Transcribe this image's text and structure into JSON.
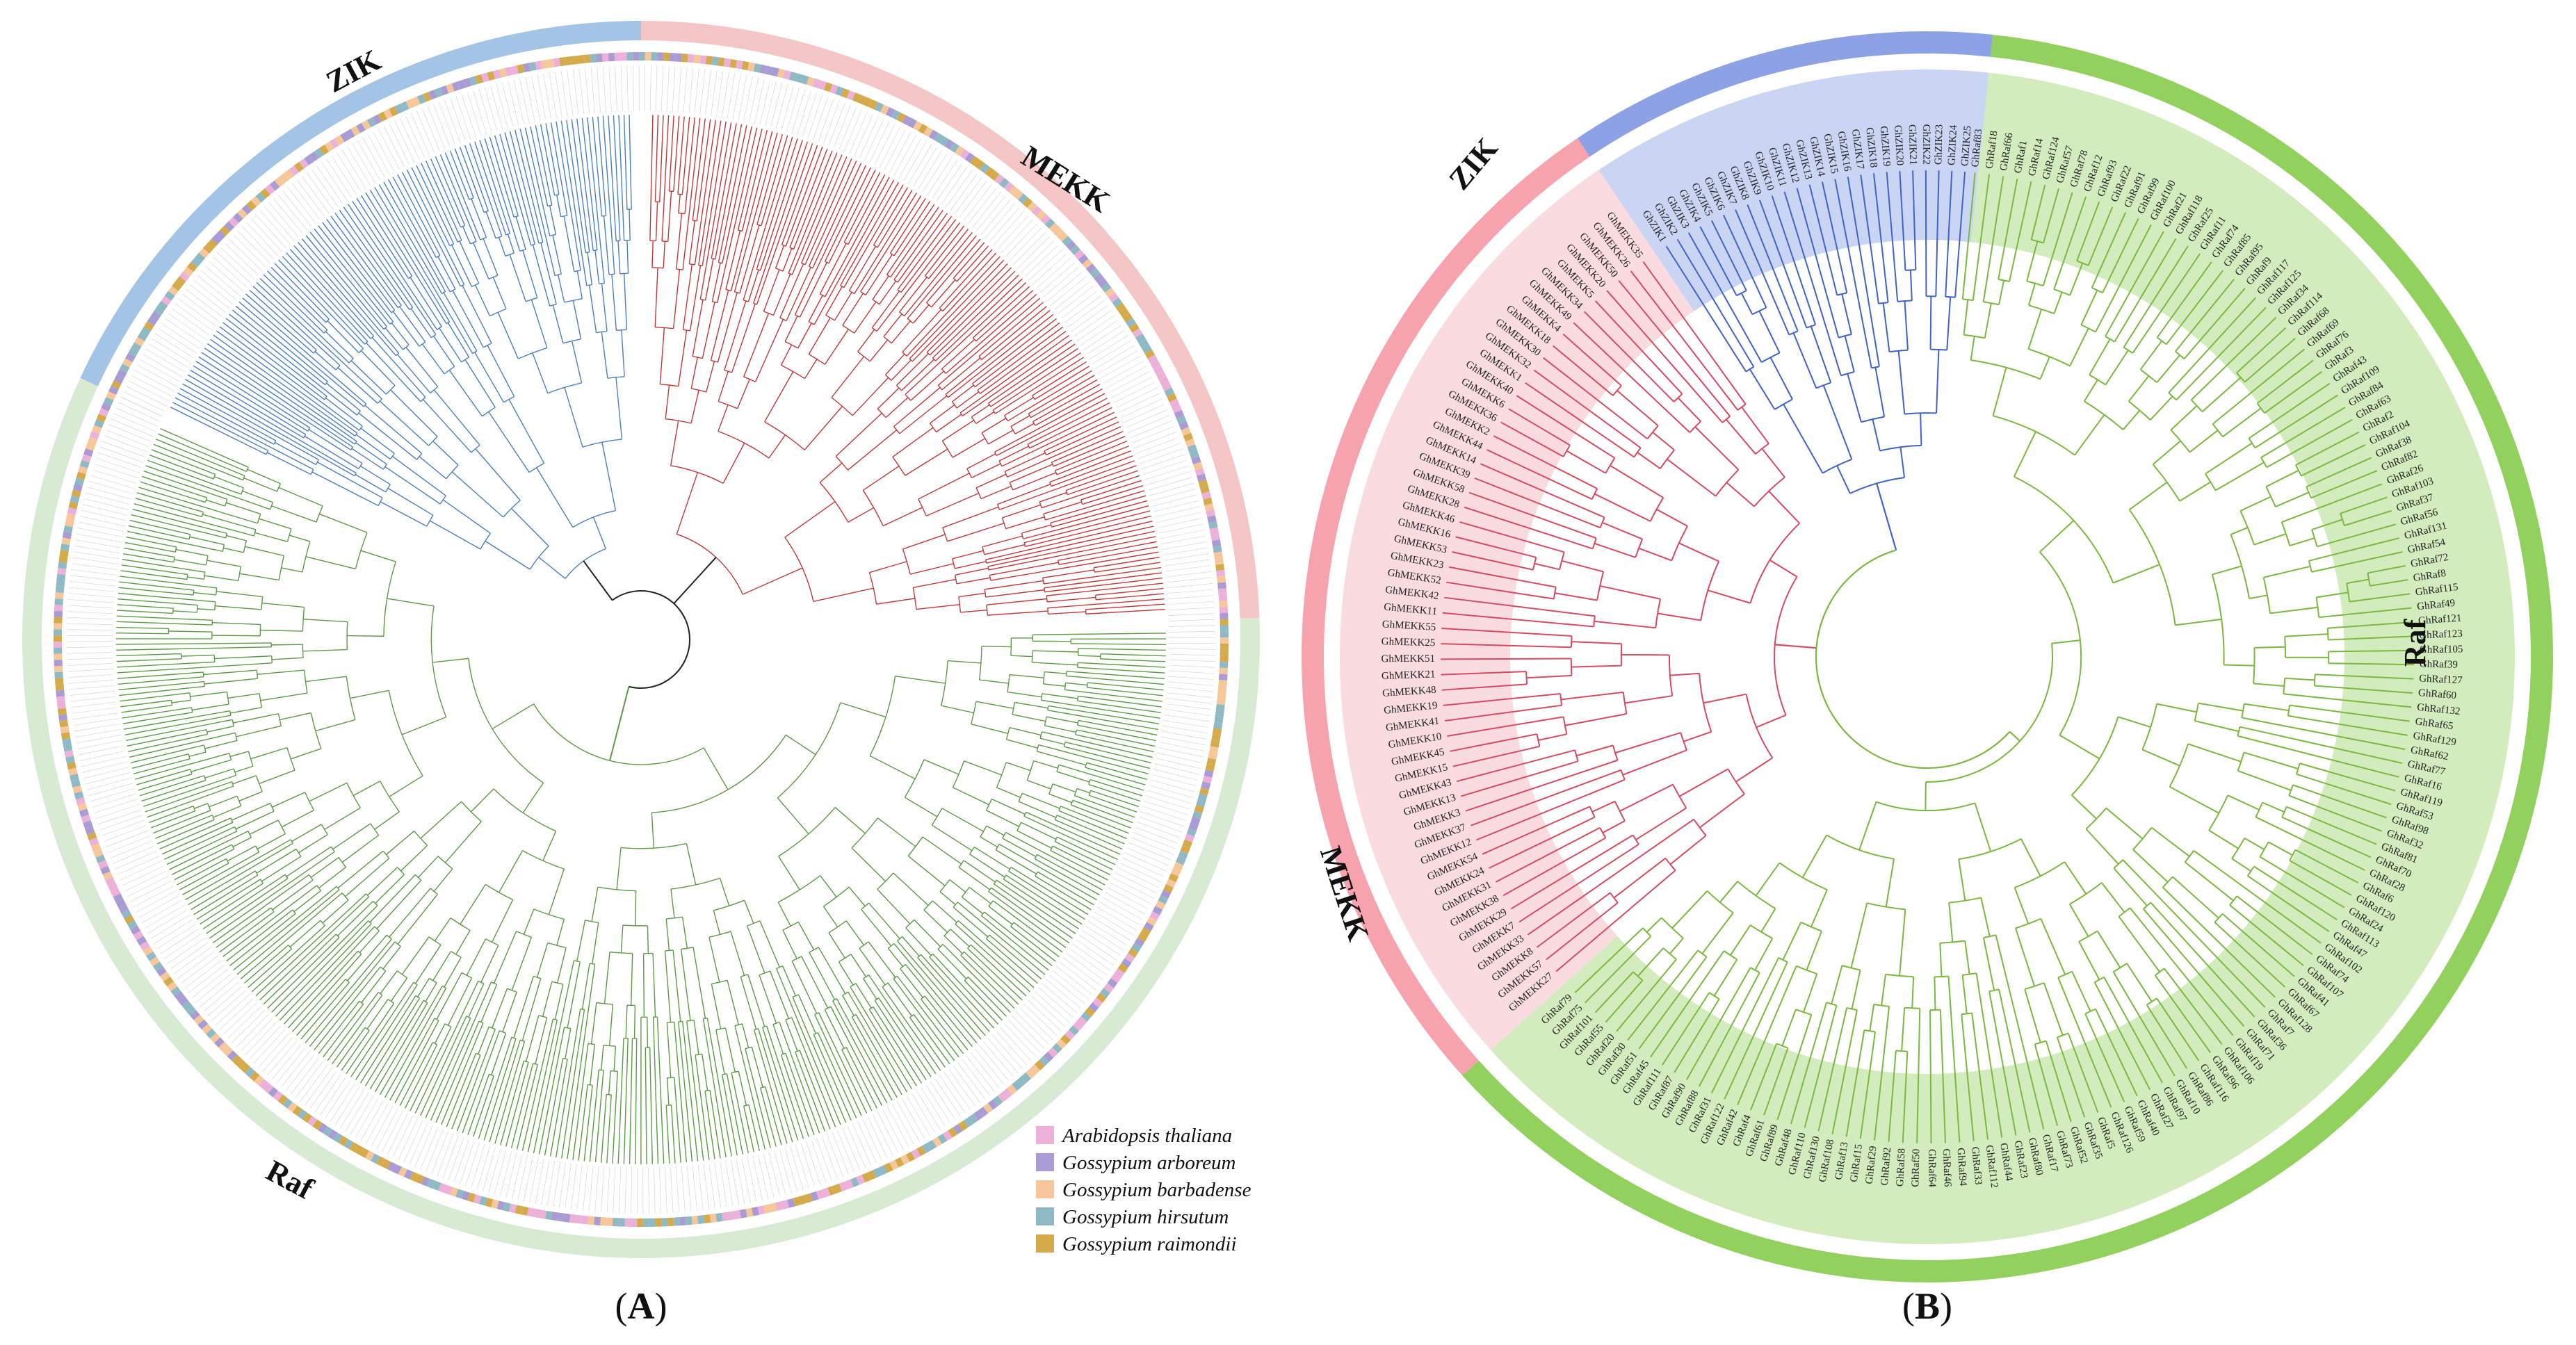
{
  "panels": {
    "A": {
      "label": "A",
      "clades": [
        {
          "name": "ZIK",
          "label": "ZIK",
          "color": "#a4c4e6",
          "branch_color": "#4a7fc1"
        },
        {
          "name": "MEKK",
          "label": "MEKK",
          "color": "#f4c6c6",
          "branch_color": "#c0393b"
        },
        {
          "name": "Raf",
          "label": "Raf",
          "color": "#d6ebd2",
          "branch_color": "#5d9a46"
        }
      ],
      "legend": [
        {
          "label": "Arabidopsis thaliana",
          "color": "#ecb1d8"
        },
        {
          "label": "Gossypium arboreum",
          "color": "#a99bd4"
        },
        {
          "label": "Gossypium barbadense",
          "color": "#f5c79a"
        },
        {
          "label": "Gossypium hirsutum",
          "color": "#8fb9c4"
        },
        {
          "label": "Gossypium raimondii",
          "color": "#d4aa4a"
        }
      ]
    },
    "B": {
      "label": "B",
      "clades": [
        {
          "name": "ZIK",
          "label": "ZIK",
          "color": "#8ca2e4",
          "bg": "#c9d5f3",
          "branch_color": "#3f63c6",
          "leaves": [
            "GhZIK1",
            "GhZIK2",
            "GhZIK3",
            "GhZIK4",
            "GhZIK5",
            "GhZIK6",
            "GhZIK7",
            "GhZIK8",
            "GhZIK9",
            "GhZIK10",
            "GhZIK11",
            "GhZIK12",
            "GhZIK13",
            "GhZIK14",
            "GhZIK15",
            "GhZIK16",
            "GhZIK17",
            "GhZIK18",
            "GhZIK19",
            "GhZIK20",
            "GhZIK21",
            "GhZIK22",
            "GhZIK23",
            "GhZIK24",
            "GhZIK25"
          ]
        },
        {
          "name": "MEKK",
          "label": "MEKK",
          "color": "#f7a3ad",
          "bg": "#fadbdf",
          "branch_color": "#d64a62",
          "leaves": [
            "GhMEKK27",
            "GhMEKK57",
            "GhMEKK8",
            "GhMEKK33",
            "GhMEKK7",
            "GhMEKK29",
            "GhMEKK38",
            "GhMEKK31",
            "GhMEKK24",
            "GhMEKK54",
            "GhMEKK12",
            "GhMEKK37",
            "GhMEKK3",
            "GhMEKK13",
            "GhMEKK43",
            "GhMEKK15",
            "GhMEKK45",
            "GhMEKK10",
            "GhMEKK41",
            "GhMEKK19",
            "GhMEKK48",
            "GhMEKK21",
            "GhMEKK51",
            "GhMEKK25",
            "GhMEKK55",
            "GhMEKK11",
            "GhMEKK42",
            "GhMEKK52",
            "GhMEKK23",
            "GhMEKK53",
            "GhMEKK16",
            "GhMEKK46",
            "GhMEKK28",
            "GhMEKK58",
            "GhMEKK39",
            "GhMEKK14",
            "GhMEKK44",
            "GhMEKK2",
            "GhMEKK36",
            "GhMEKK6",
            "GhMEKK40",
            "GhMEKK1",
            "GhMEKK32",
            "GhMEKK30",
            "GhMEKK18",
            "GhMEKK4",
            "GhMEKK49",
            "GhMEKK34",
            "GhMEKK5",
            "GhMEKK20",
            "GhMEKK50",
            "GhMEKK26",
            "GhMEKK35"
          ]
        },
        {
          "name": "Raf",
          "label": "Raf",
          "color": "#93d15f",
          "bg": "#d3ecbd",
          "branch_color": "#7ab83f",
          "leaves": [
            "GhRaf83",
            "GhRaf18",
            "GhRaf66",
            "GhRaf1",
            "GhRaf14",
            "GhRaf124",
            "GhRaf57",
            "GhRaf78",
            "GhRaf12",
            "GhRaf93",
            "GhRaf22",
            "GhRaf91",
            "GhRaf99",
            "GhRaf100",
            "GhRaf21",
            "GhRaf118",
            "GhRaf25",
            "GhRaf11",
            "GhRaf74",
            "GhRaf85",
            "GhRaf95",
            "GhRaf9",
            "GhRaf117",
            "GhRaf125",
            "GhRaf34",
            "GhRaf114",
            "GhRaf68",
            "GhRaf69",
            "GhRaf76",
            "GhRaf3",
            "GhRaf43",
            "GhRaf109",
            "GhRaf84",
            "GhRaf63",
            "GhRaf2",
            "GhRaf104",
            "GhRaf38",
            "GhRaf82",
            "GhRaf26",
            "GhRaf103",
            "GhRaf37",
            "GhRaf56",
            "GhRaf131",
            "GhRaf54",
            "GhRaf72",
            "GhRaf8",
            "GhRaf115",
            "GhRaf49",
            "GhRaf121",
            "GhRaf123",
            "GhRaf105",
            "GhRaf39",
            "GhRaf127",
            "GhRaf60",
            "GhRaf132",
            "GhRaf65",
            "GhRaf129",
            "GhRaf62",
            "GhRaf77",
            "GhRaf16",
            "GhRaf119",
            "GhRaf53",
            "GhRaf98",
            "GhRaf32",
            "GhRaf81",
            "GhRaf70",
            "GhRaf28",
            "GhRaf6",
            "GhRaf120",
            "GhRaf24",
            "GhRaf113",
            "GhRaf47",
            "GhRaf102",
            "GhRaf74",
            "GhRaf107",
            "GhRaf41",
            "GhRaf67",
            "GhRaf128",
            "GhRaf7",
            "GhRaf36",
            "GhRaf71",
            "GhRaf19",
            "GhRaf106",
            "GhRaf96",
            "GhRaf116",
            "GhRaf86",
            "GhRaf10",
            "GhRaf97",
            "GhRaf27",
            "GhRaf40",
            "GhRaf59",
            "GhRaf126",
            "GhRaf5",
            "GhRaf35",
            "GhRaf52",
            "GhRaf73",
            "GhRaf17",
            "GhRaf80",
            "GhRaf23",
            "GhRaf44",
            "GhRaf112",
            "GhRaf33",
            "GhRaf94",
            "GhRaf46",
            "GhRaf64",
            "GhRaf50",
            "GhRaf58",
            "GhRaf92",
            "GhRaf29",
            "GhRaf15",
            "GhRaf13",
            "GhRaf108",
            "GhRaf130",
            "GhRaf110",
            "GhRaf48",
            "GhRaf89",
            "GhRaf61",
            "GhRaf4",
            "GhRaf42",
            "GhRaf122",
            "GhRaf31",
            "GhRaf88",
            "GhRaf90",
            "GhRaf87",
            "GhRaf111",
            "GhRaf45",
            "GhRaf51",
            "GhRaf30",
            "GhRaf20",
            "GhRaf55",
            "GhRaf101",
            "GhRaf75",
            "GhRaf79"
          ]
        }
      ]
    }
  }
}
